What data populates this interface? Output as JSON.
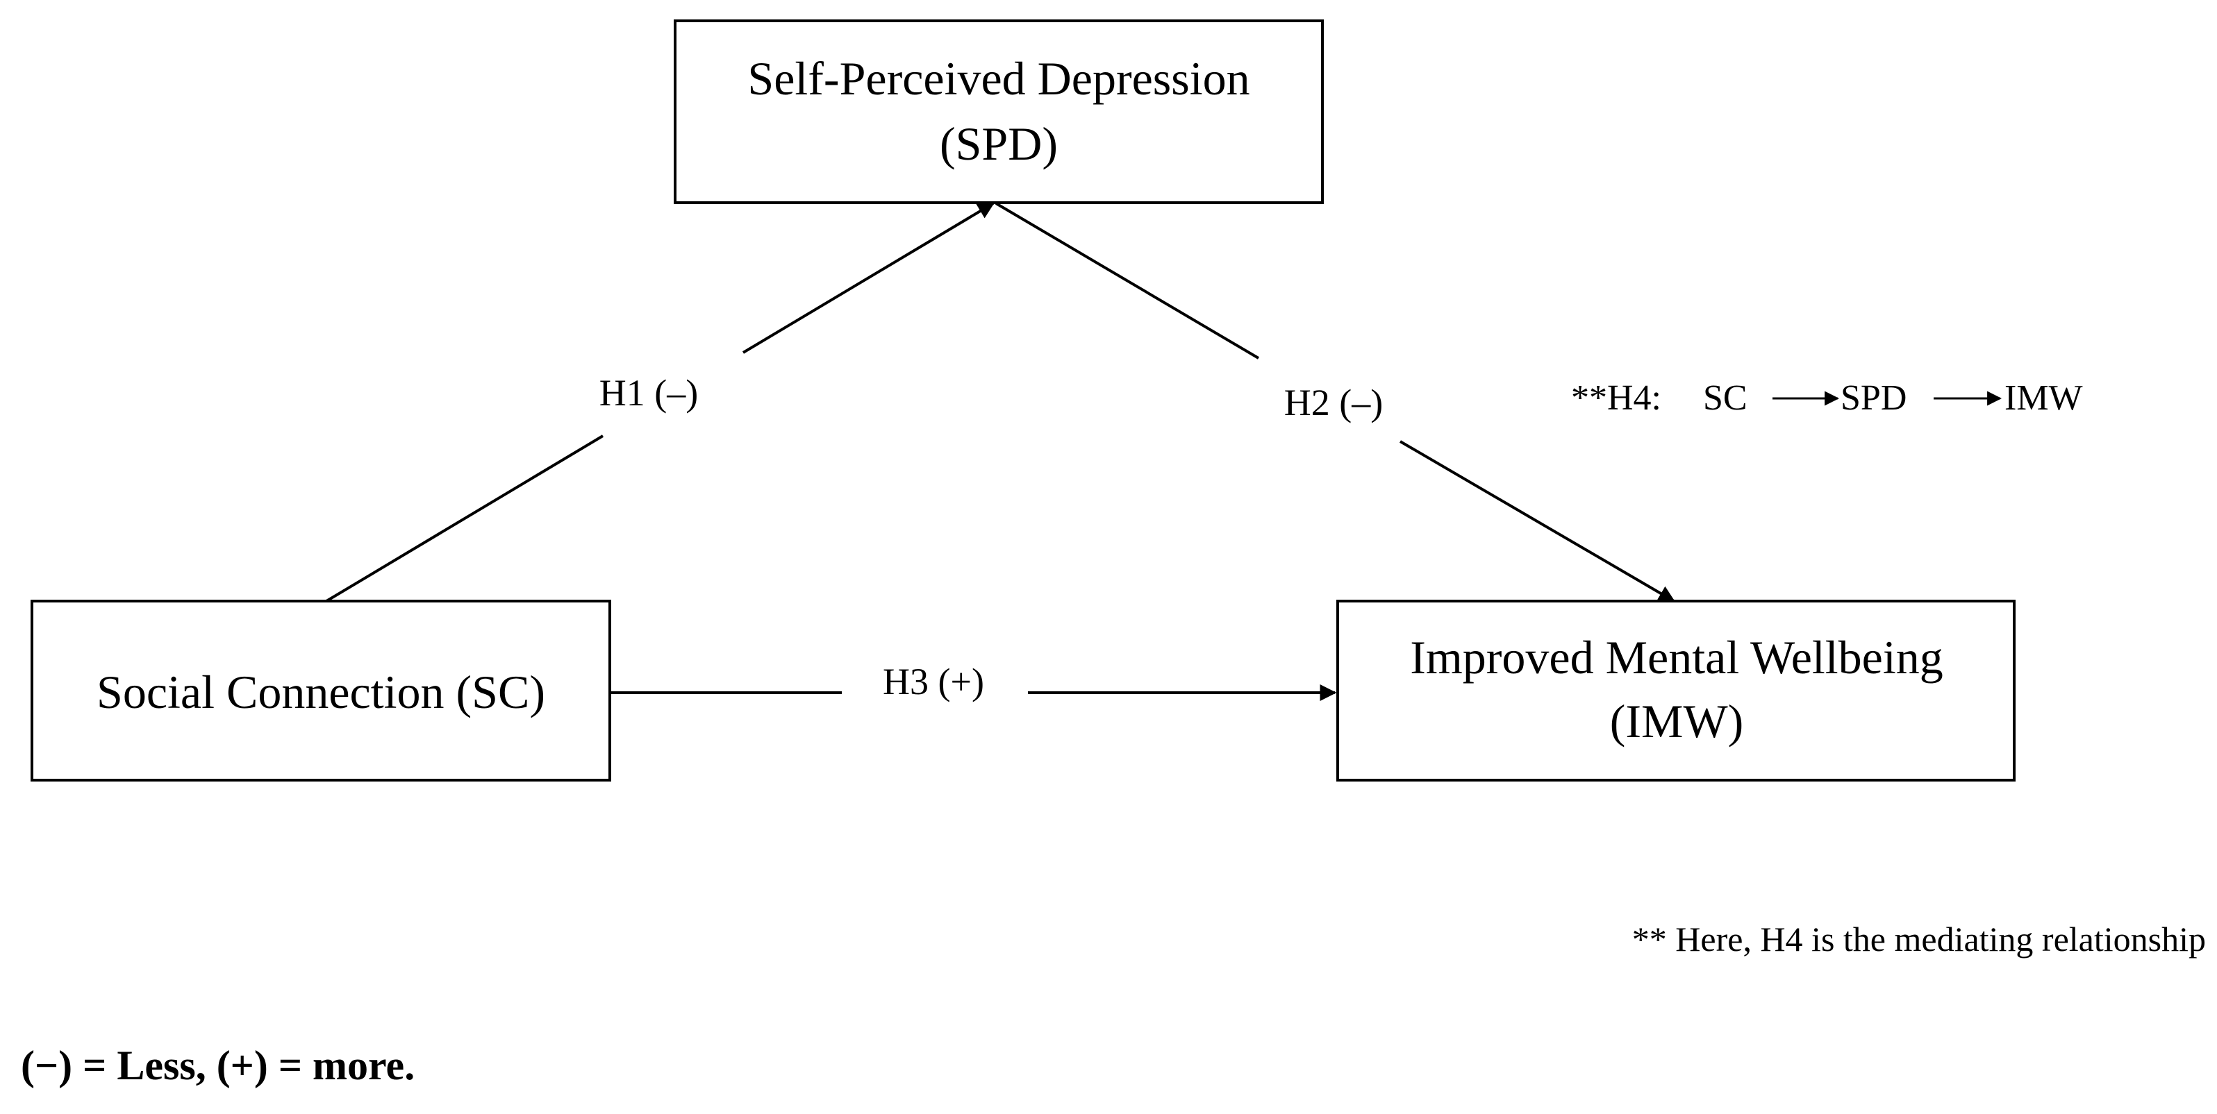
{
  "nodes": {
    "spd": {
      "line1": "Self-Perceived Depression",
      "line2": "(SPD)"
    },
    "sc": {
      "label": "Social Connection (SC)"
    },
    "imw": {
      "line1": "Improved Mental  Wellbeing",
      "line2": "(IMW)"
    }
  },
  "edges": {
    "h1": "H1 (–)",
    "h2": "H2 (–)",
    "h3": "H3 (+)"
  },
  "mediation": {
    "prefix": "**H4:",
    "from": "SC",
    "via": "SPD",
    "to": "IMW"
  },
  "footnote": "** Here, H4 is the mediating  relationship",
  "key": "(−) = Less, (+) = more."
}
